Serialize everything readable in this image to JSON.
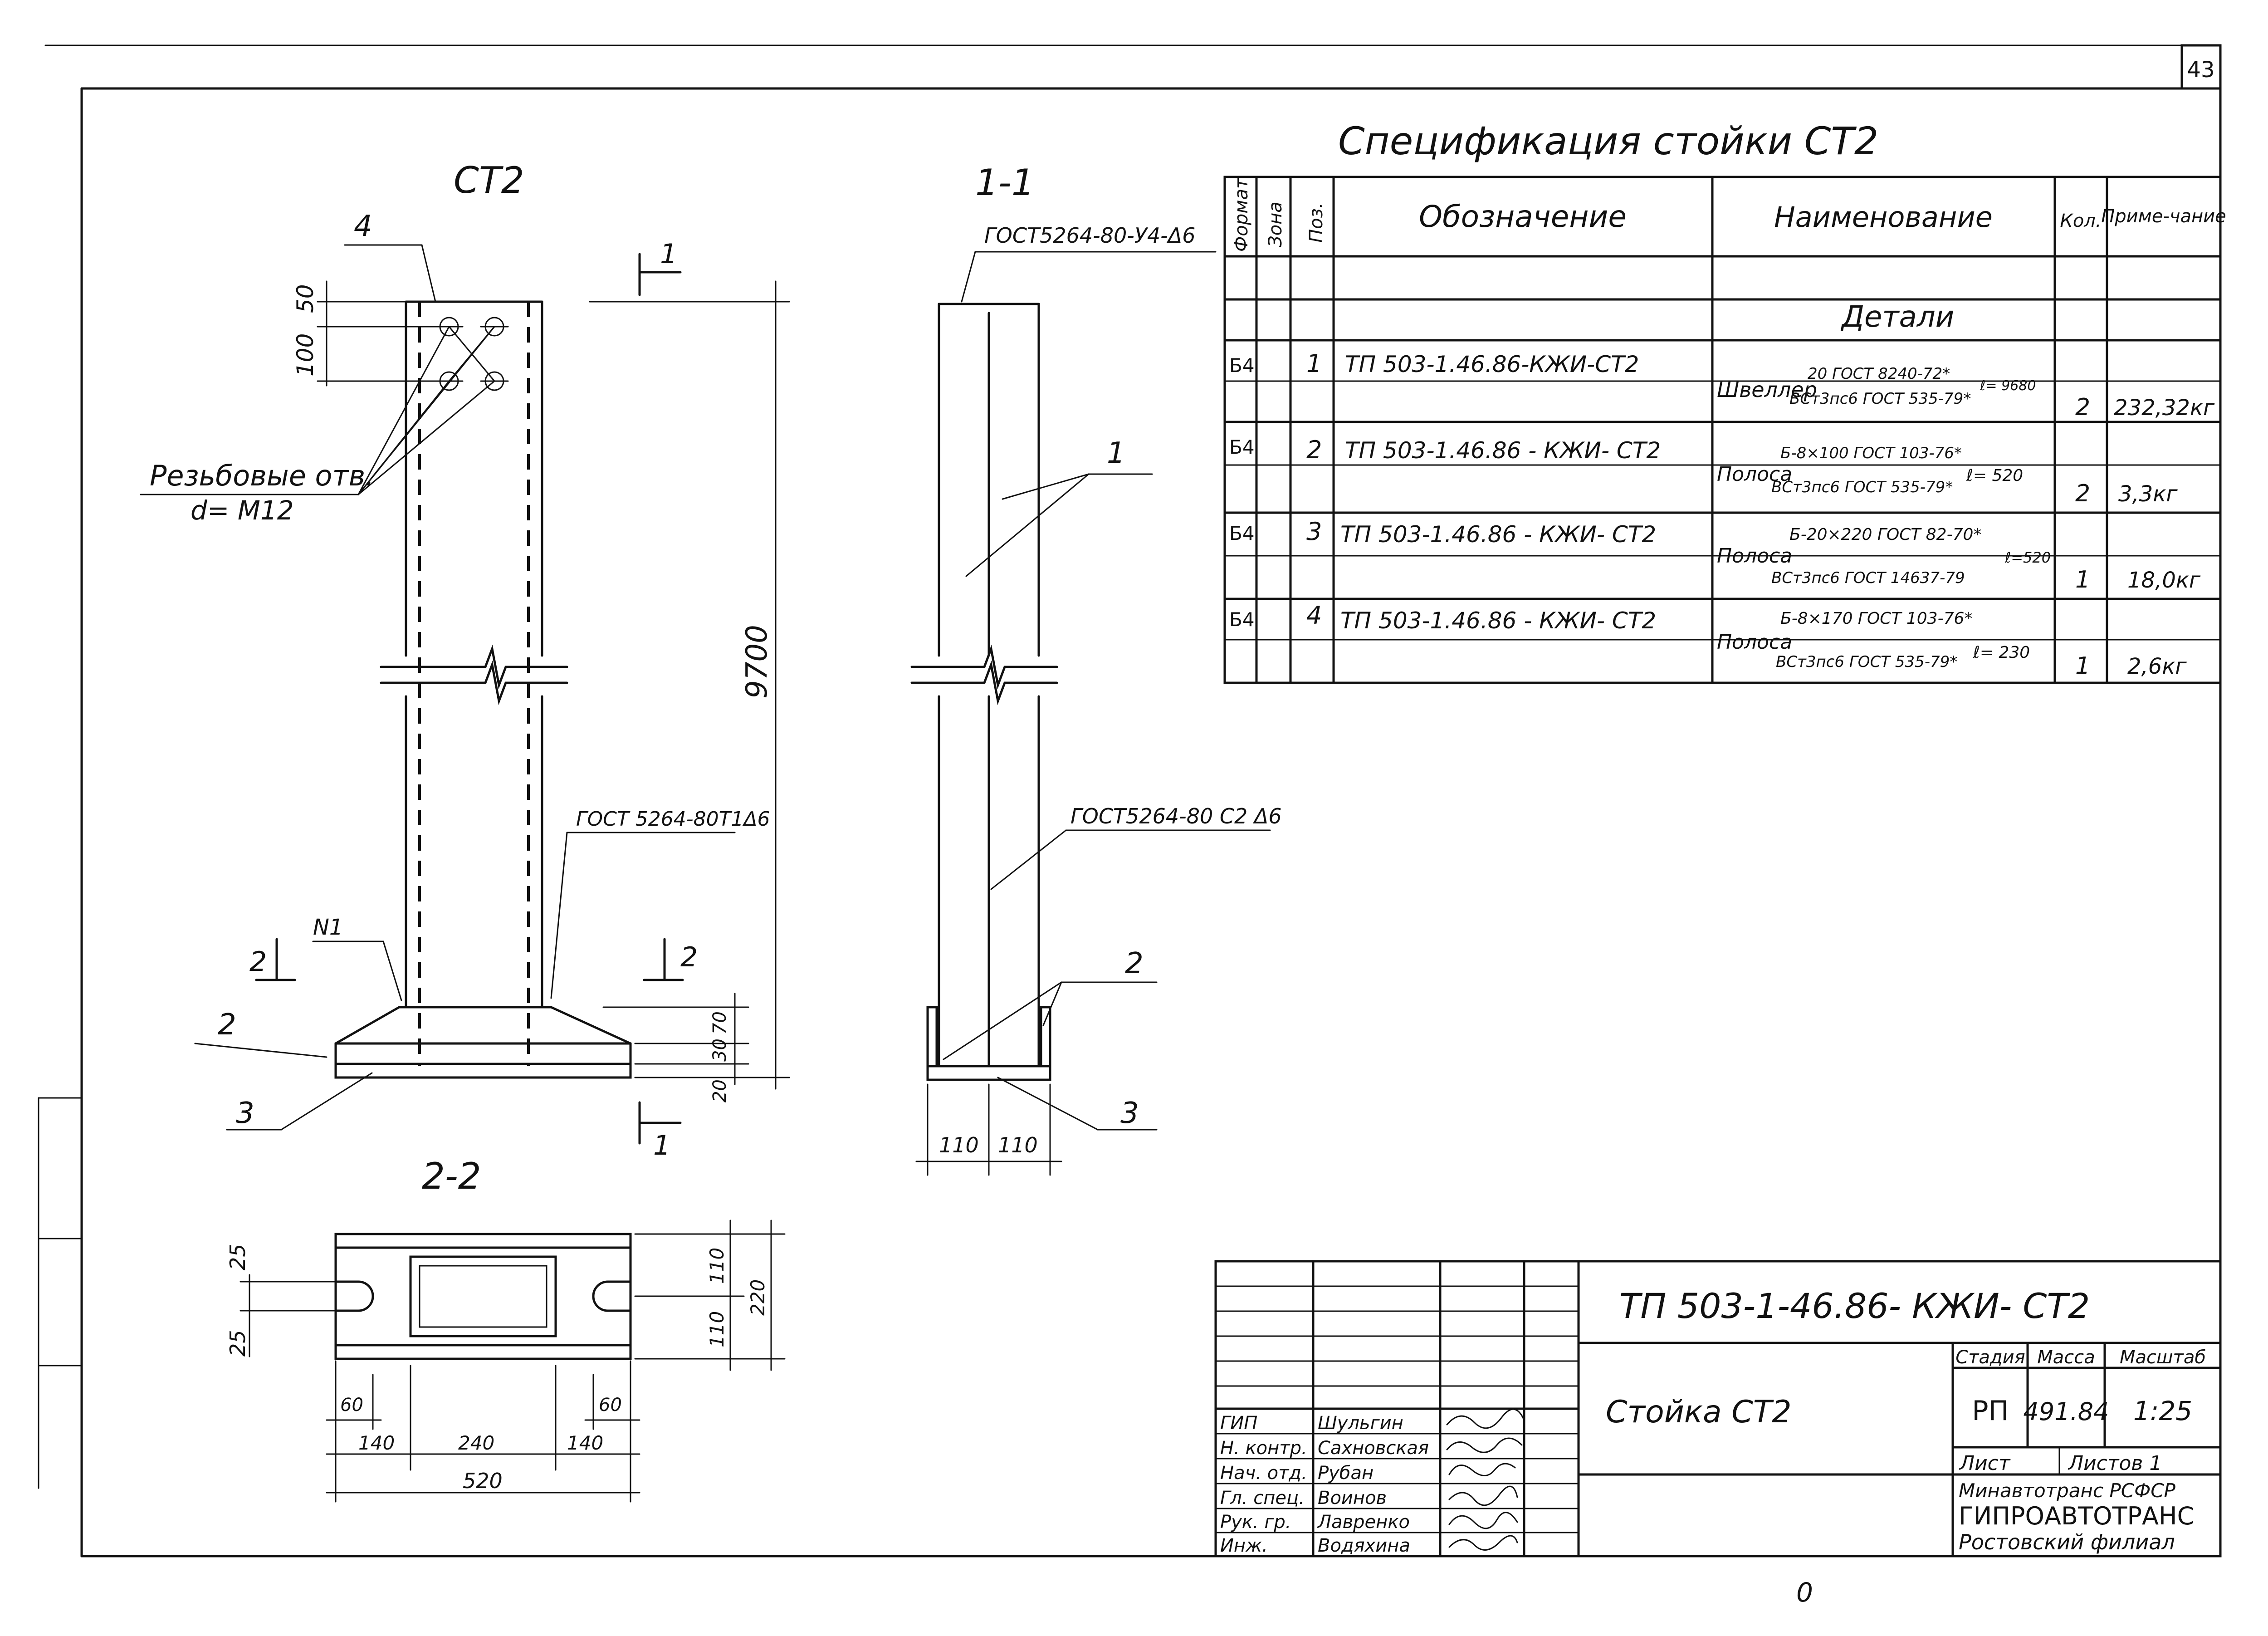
{
  "page_number": "43",
  "bottom_mark": "0",
  "views": {
    "elevation_title": "СТ2",
    "section_1_title": "1-1",
    "section_2_title": "2-2",
    "cut_1_mark": "1",
    "cut_2_mark": "2"
  },
  "elevation": {
    "leader_4": "4",
    "dim_50": "50",
    "dim_100": "100",
    "holes_note_line1": "Резьбовые отв.",
    "holes_note_line2": "d= M12",
    "height_dim": "9700",
    "weld_note": "ГОСТ 5264-80Т1Δ6",
    "weld_symbol": "N1",
    "pos_2": "2",
    "pos_3": "3",
    "dim_70": "70",
    "dim_30": "30",
    "dim_20": "20"
  },
  "section_1_1": {
    "weld_top": "ГОСТ5264-80-У4-Δ6",
    "weld_side": "ГОСТ5264-80 С2 Δ6",
    "pos_1": "1",
    "pos_2": "2",
    "pos_3": "3",
    "dim_110_a": "110",
    "dim_110_b": "110"
  },
  "section_2_2": {
    "dim_25_a": "25",
    "dim_25_b": "25",
    "dim_110_a": "110",
    "dim_110_b": "110",
    "dim_220": "220",
    "dim_60_a": "60",
    "dim_60_b": "60",
    "dim_140_a": "140",
    "dim_240": "240",
    "dim_140_b": "140",
    "dim_520": "520"
  },
  "spec": {
    "title": "Спецификация стойки СТ2",
    "headers": {
      "format": "Формат",
      "zone": "Зона",
      "pos": "Поз.",
      "designation": "Обозначение",
      "name": "Наименование",
      "qty": "Кол.",
      "note": "Приме-чание"
    },
    "section": "Детали",
    "rows": [
      {
        "format": "Б4",
        "pos": "1",
        "designation": "ТП 503-1.46.86-КЖИ-СТ2",
        "name_prefix": "Швеллер",
        "name_top": "20 ГОСТ 8240-72*",
        "name_bottom": "ВСт3пс6 ГОСТ 535-79*",
        "length": "ℓ= 9680",
        "qty": "2",
        "note": "232,32кг"
      },
      {
        "format": "Б4",
        "pos": "2",
        "designation": "ТП 503-1.46.86 - КЖИ- СТ2",
        "name_prefix": "Полоса",
        "name_top": "Б-8×100 ГОСТ 103-76*",
        "name_bottom": "ВСт3пс6 ГОСТ 535-79*",
        "length": "ℓ= 520",
        "qty": "2",
        "note": "3,3кг"
      },
      {
        "format": "Б4",
        "pos": "3",
        "designation": "ТП 503-1.46.86 - КЖИ- СТ2",
        "name_prefix": "Полоса",
        "name_top": "Б-20×220 ГОСТ 82-70*",
        "name_bottom": "ВСт3пс6 ГОСТ 14637-79",
        "length": "ℓ=520",
        "qty": "1",
        "note": "18,0кг"
      },
      {
        "format": "Б4",
        "pos": "4",
        "designation": "ТП 503-1.46.86 - КЖИ- СТ2",
        "name_prefix": "Полоса",
        "name_top": "Б-8×170 ГОСТ 103-76*",
        "name_bottom": "ВСт3пс6 ГОСТ 535-79*",
        "length": "ℓ= 230",
        "qty": "1",
        "note": "2,6кг"
      }
    ]
  },
  "title_block": {
    "doc_code": "ТП 503-1-46.86- КЖИ- СТ2",
    "item_name": "Стойка СТ2",
    "stage_label": "Стадия",
    "mass_label": "Масса",
    "scale_label": "Масштаб",
    "stage": "РП",
    "mass": "491.84",
    "scale": "1:25",
    "sheet_label": "Лист",
    "sheets_label": "Листов 1",
    "org_line1": "Минавтотранс РСФСР",
    "org_line2": "ГИПРОАВТОТРАНС",
    "org_line3": "Ростовский филиал",
    "signers": [
      {
        "role": "ГИП",
        "name": "Шульгин"
      },
      {
        "role": "Н. контр.",
        "name": "Сахновская"
      },
      {
        "role": "Нач. отд.",
        "name": "Рубан"
      },
      {
        "role": "Гл. спец.",
        "name": "Воинов"
      },
      {
        "role": "Рук. гр.",
        "name": "Лавренко"
      },
      {
        "role": "Инж.",
        "name": "Водяхина"
      }
    ]
  }
}
